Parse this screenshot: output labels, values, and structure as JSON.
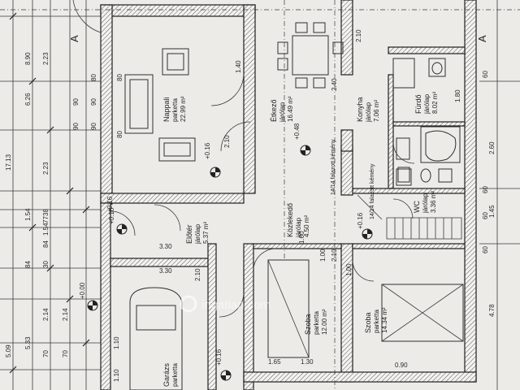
{
  "rooms": {
    "nappali": {
      "name": "Nappali",
      "floor": "parketta",
      "area": "22.99 m²"
    },
    "etkezo": {
      "name": "Étkező",
      "floor": "járólap",
      "area": "16.49 m²"
    },
    "konyha": {
      "name": "Konyha",
      "floor": "járólap",
      "area": "7.06 m²"
    },
    "furdo": {
      "name": "Fürdő",
      "floor": "járólap",
      "area": "8.02 m²"
    },
    "wc": {
      "name": "WC",
      "floor": "járólap",
      "area": "3.36 m²"
    },
    "eloter": {
      "name": "Előtér",
      "floor": "járólap",
      "area": "5.37 m²"
    },
    "kozlekedo": {
      "name": "Közlekedő",
      "floor": "járólap",
      "area": "4.50 m²"
    },
    "szoba1": {
      "name": "Szoba",
      "floor": "parketta",
      "area": "12.00 m²"
    },
    "szoba2": {
      "name": "Szoba",
      "floor": "parketta",
      "area": "14.34 m²"
    },
    "garazs": {
      "name": "Garázs",
      "floor": "parketta"
    }
  },
  "notes": {
    "chimney": "14/14 falazott kémény",
    "chimney2": "14/14 falazott kémény"
  },
  "levels": {
    "l1": "+0.16",
    "l2": "+0.16",
    "l3": "+0.48",
    "l4": "+0.16",
    "l5": "+0.00",
    "l6": "+0.16",
    "l7": "+0.16"
  },
  "dims_left": [
    "17.13",
    "6.26",
    "8.90",
    "2.23",
    "2.23",
    "5.33",
    "5.09",
    "1.54",
    "1.54",
    "38",
    "30",
    "84",
    "84",
    "77",
    "2.14",
    "2.14",
    "70",
    "70"
  ],
  "dims_right": [
    "2.60",
    "1.45",
    "4.78"
  ],
  "dims_inner": [
    "80",
    "80",
    "90",
    "90",
    "90",
    "90",
    "80",
    "1.40",
    "2.10",
    "2.10",
    "2.40",
    "1.00",
    "2.10",
    "1.00",
    "2.10",
    "1.80",
    "60",
    "60",
    "60",
    "60",
    "1.30",
    "3.30",
    "1.65",
    "0.90",
    "1.10",
    "1.10",
    "3.30",
    "1.00"
  ],
  "section_marks": [
    "A",
    "A"
  ],
  "watermark": "ingatlan.com"
}
